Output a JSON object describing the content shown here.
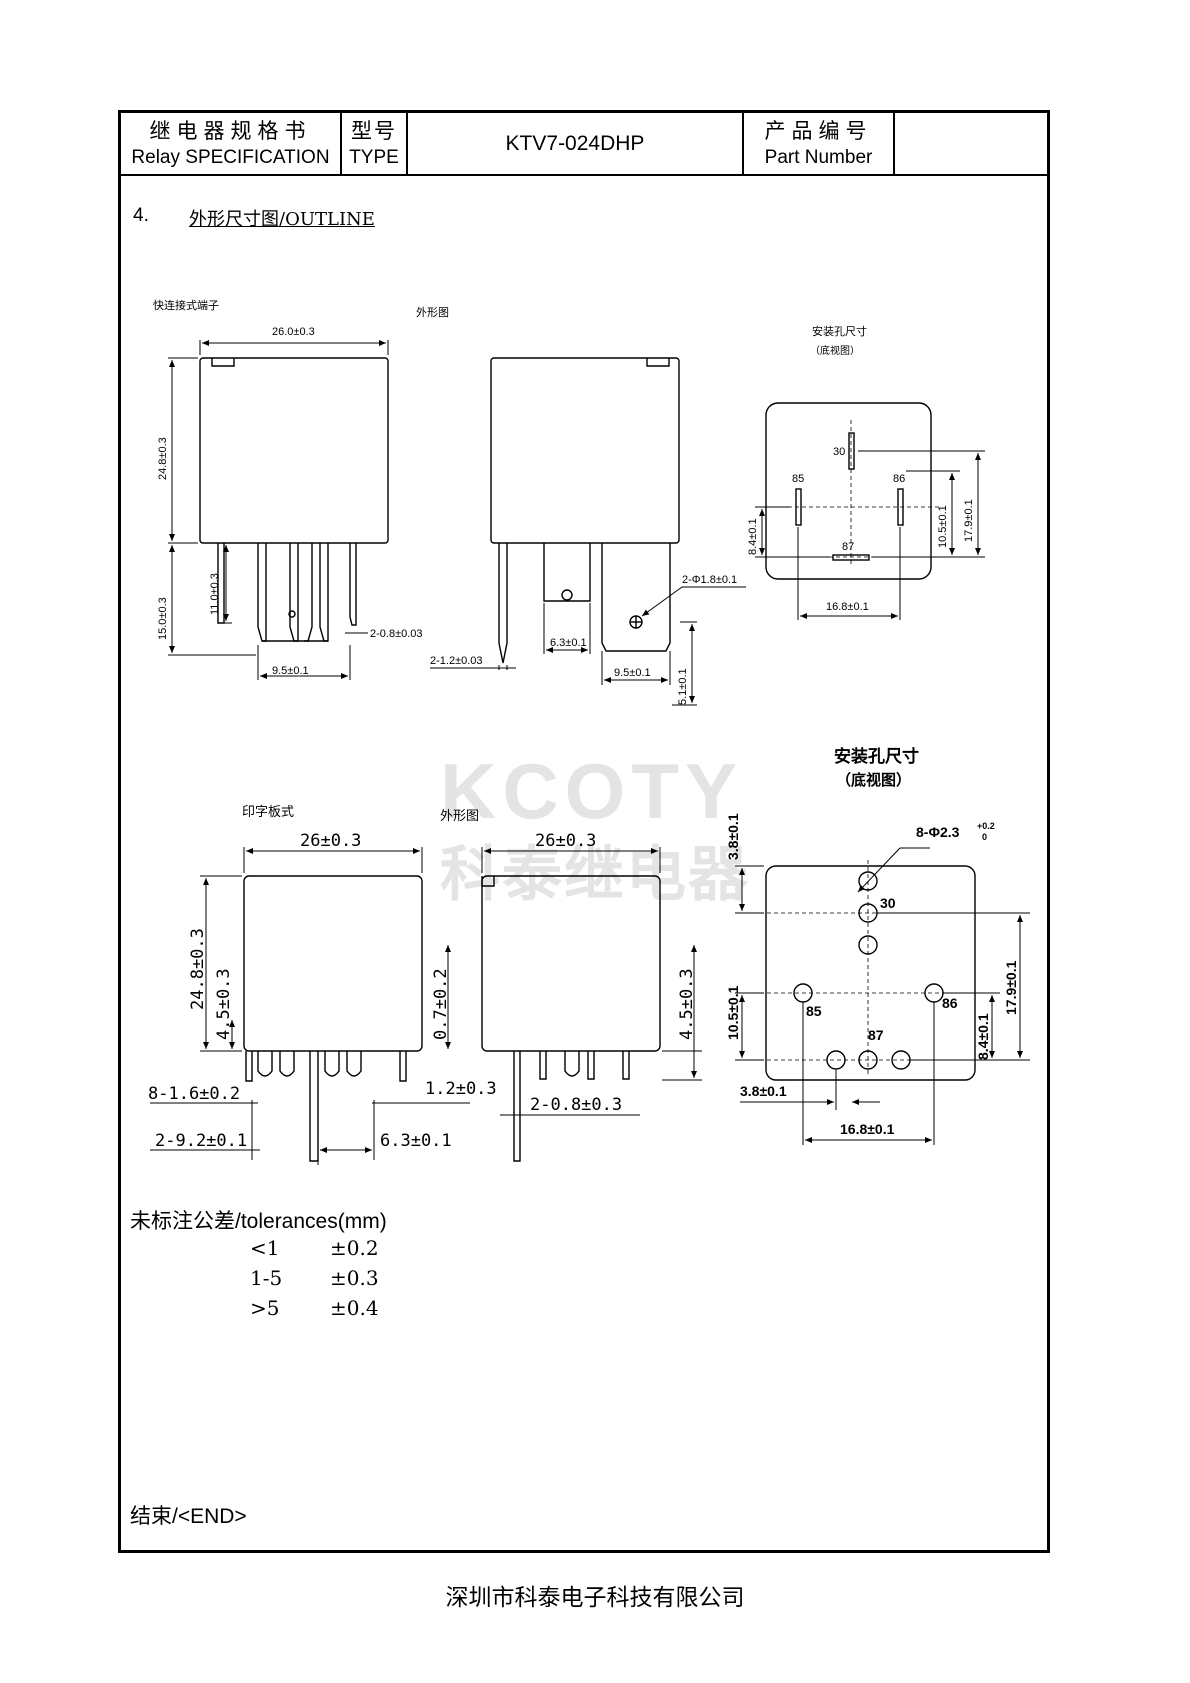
{
  "header": {
    "spec_cn": "继电器规格书",
    "spec_en": "Relay SPECIFICATION",
    "type_cn": "型号",
    "type_en": "TYPE",
    "model": "KTV7-024DHP",
    "pn_cn": "产品编号",
    "pn_en": "Part Number",
    "pn_value": ""
  },
  "section": {
    "number": "4.",
    "title": "外形尺寸图/OUTLINE"
  },
  "watermark": {
    "line1": "KCOTY",
    "line2": "科泰继电器"
  },
  "drawing_top": {
    "quick_terminal_label": "快连接式端子",
    "outline_label": "外形图",
    "mount_hole_label": "安装孔尺寸",
    "bottom_view_label": "（底视图）",
    "dims": {
      "width": "26.0±0.3",
      "height": "24.8±0.3",
      "pin_len": "15.0±0.3",
      "pin_len2": "11.0±0.3",
      "pin_w": "2-0.8±0.03",
      "pitch": "9.5±0.1",
      "pin_w2": "2-1.2±0.03",
      "gap": "6.3±0.1",
      "hole": "2-Φ1.8±0.1",
      "pitch2": "9.5±0.1",
      "tail": "5.1±0.1",
      "m_h1": "10.5±0.1",
      "m_h2": "17.9±0.1",
      "m_h3": "8.4±0.1",
      "m_w": "16.8±0.1"
    },
    "pins": {
      "p30": "30",
      "p85": "85",
      "p86": "86",
      "p87": "87"
    }
  },
  "drawing_bottom": {
    "pcb_label": "印字板式",
    "outline_label": "外形图",
    "mount_hole_label": "安装孔尺寸",
    "bottom_view_label": "（底视图）",
    "dims": {
      "width": "26±0.3",
      "width2": "26±0.3",
      "height": "24.8±0.3",
      "standoff": "4.5±0.3",
      "standoff2": "0.7±0.2",
      "standoff3": "4.5±0.3",
      "pin_w": "8-1.6±0.2",
      "pin_t": "1.2±0.3",
      "pin_w2": "2-0.8±0.3",
      "pitch": "2-9.2±0.1",
      "gap": "6.3±0.1",
      "top_off": "3.8±0.1",
      "holes": "8-Φ2.3",
      "holes_tol_up": "+0.2",
      "holes_tol_low": "0",
      "m_h1": "10.5±0.1",
      "m_h2": "17.9±0.1",
      "m_h3": "8.4±0.1",
      "m_w": "16.8±0.1",
      "m_off": "3.8±0.1"
    },
    "pins": {
      "p30": "30",
      "p85": "85",
      "p86": "86",
      "p87": "87"
    }
  },
  "tolerances": {
    "title": "未标注公差/tolerances(mm)",
    "rows": [
      {
        "range": "<1",
        "tol": "±0.2"
      },
      {
        "range": "1-5",
        "tol": "±0.3"
      },
      {
        "range": ">5",
        "tol": "±0.4"
      }
    ]
  },
  "end_text": "结束/<END>",
  "footer": "深圳市科泰电子科技有限公司"
}
